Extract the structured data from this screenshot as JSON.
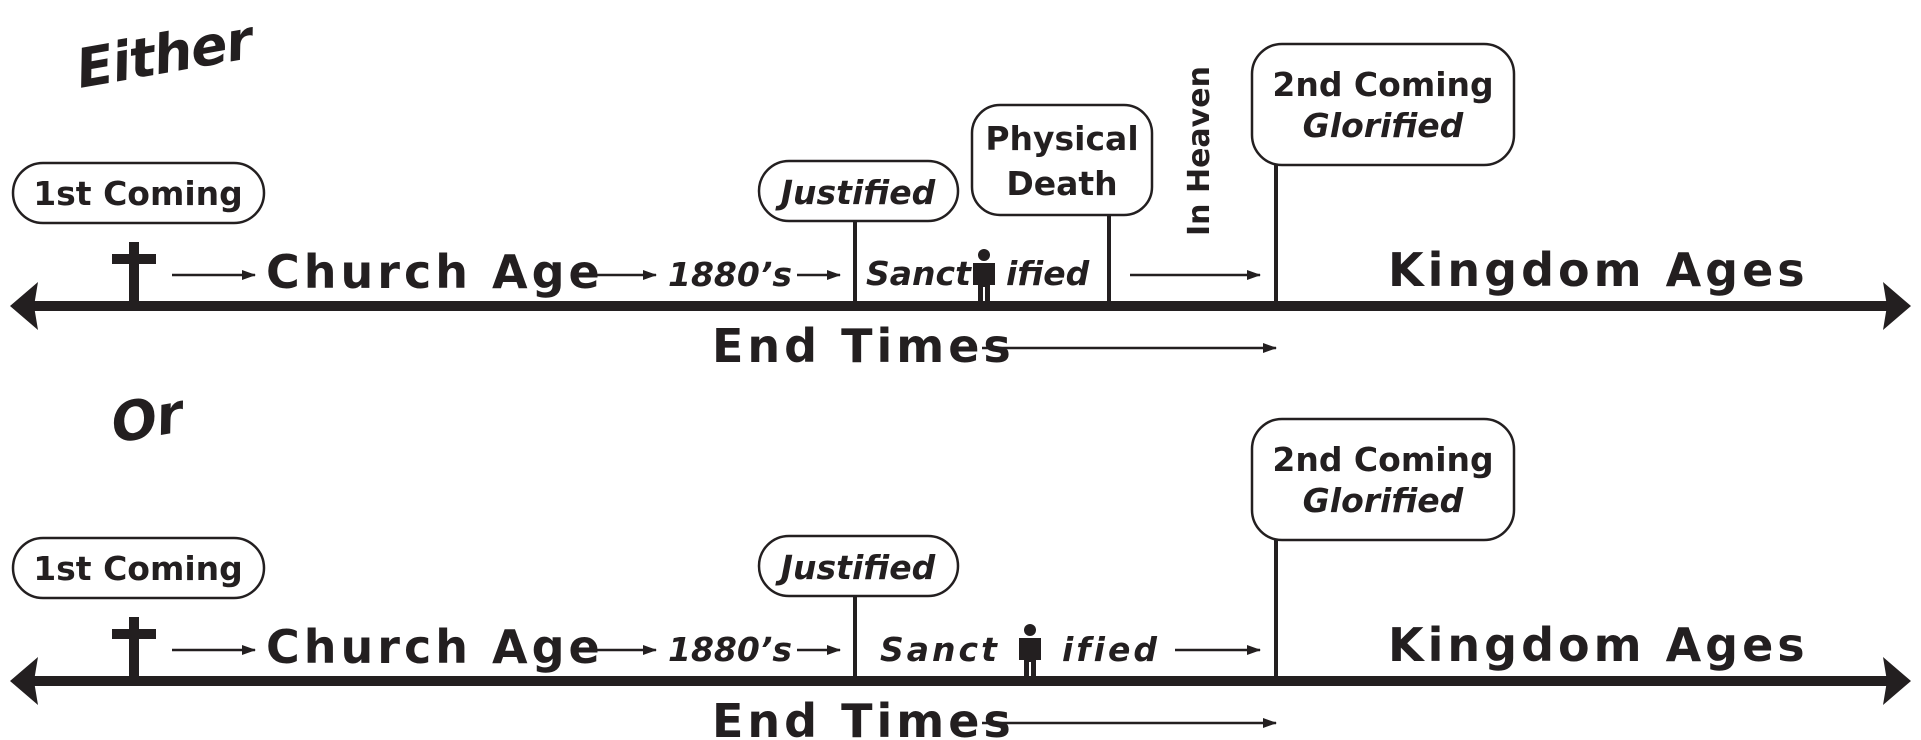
{
  "colors": {
    "ink": "#231f20",
    "background": "#ffffff"
  },
  "heading_either": "Either",
  "heading_or": "Or",
  "timeline_either": {
    "first_coming": "1st Coming",
    "cross_icon": "cross-icon",
    "church_age": "Church Age",
    "year_1880s": "1880’s",
    "justified": "Justified",
    "sanct_prefix": "Sanct",
    "sanct_suffix": "ified",
    "person_icon": "person-icon",
    "physical_death_line1": "Physical",
    "physical_death_line2": "Death",
    "in_heaven": "In Heaven",
    "second_coming_line1": "2nd Coming",
    "second_coming_line2": "Glorified",
    "kingdom_ages": "Kingdom Ages",
    "end_times": "End Times"
  },
  "timeline_or": {
    "first_coming": "1st Coming",
    "cross_icon": "cross-icon",
    "church_age": "Church Age",
    "year_1880s": "1880’s",
    "justified": "Justified",
    "sanct_prefix": "Sanct",
    "sanct_suffix": "ified",
    "person_icon": "person-icon",
    "second_coming_line1": "2nd Coming",
    "second_coming_line2": "Glorified",
    "kingdom_ages": "Kingdom Ages",
    "end_times": "End Times"
  }
}
